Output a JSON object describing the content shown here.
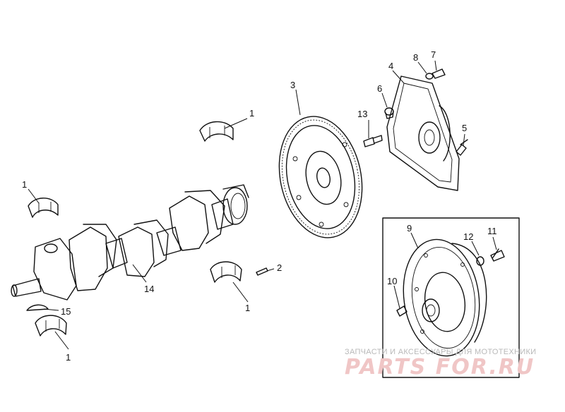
{
  "callouts": [
    {
      "id": "c1a",
      "text": "1"
    },
    {
      "id": "c1b",
      "text": "1"
    },
    {
      "id": "c1c",
      "text": "1"
    },
    {
      "id": "c1d",
      "text": "1"
    },
    {
      "id": "c2",
      "text": "2"
    },
    {
      "id": "c3",
      "text": "3"
    },
    {
      "id": "c4",
      "text": "4"
    },
    {
      "id": "c5",
      "text": "5"
    },
    {
      "id": "c6",
      "text": "6"
    },
    {
      "id": "c7",
      "text": "7"
    },
    {
      "id": "c8",
      "text": "8"
    },
    {
      "id": "c9",
      "text": "9"
    },
    {
      "id": "c10",
      "text": "10"
    },
    {
      "id": "c11",
      "text": "11"
    },
    {
      "id": "c12",
      "text": "12"
    },
    {
      "id": "c13",
      "text": "13"
    },
    {
      "id": "c14",
      "text": "14"
    },
    {
      "id": "c15",
      "text": "15"
    }
  ],
  "watermark": {
    "tagline": "ЗАПЧАСТИ И АКСЕССУАРЫ ДЛЯ МОТОТЕХНИКИ",
    "brand": "PARTS FOR.RU"
  }
}
